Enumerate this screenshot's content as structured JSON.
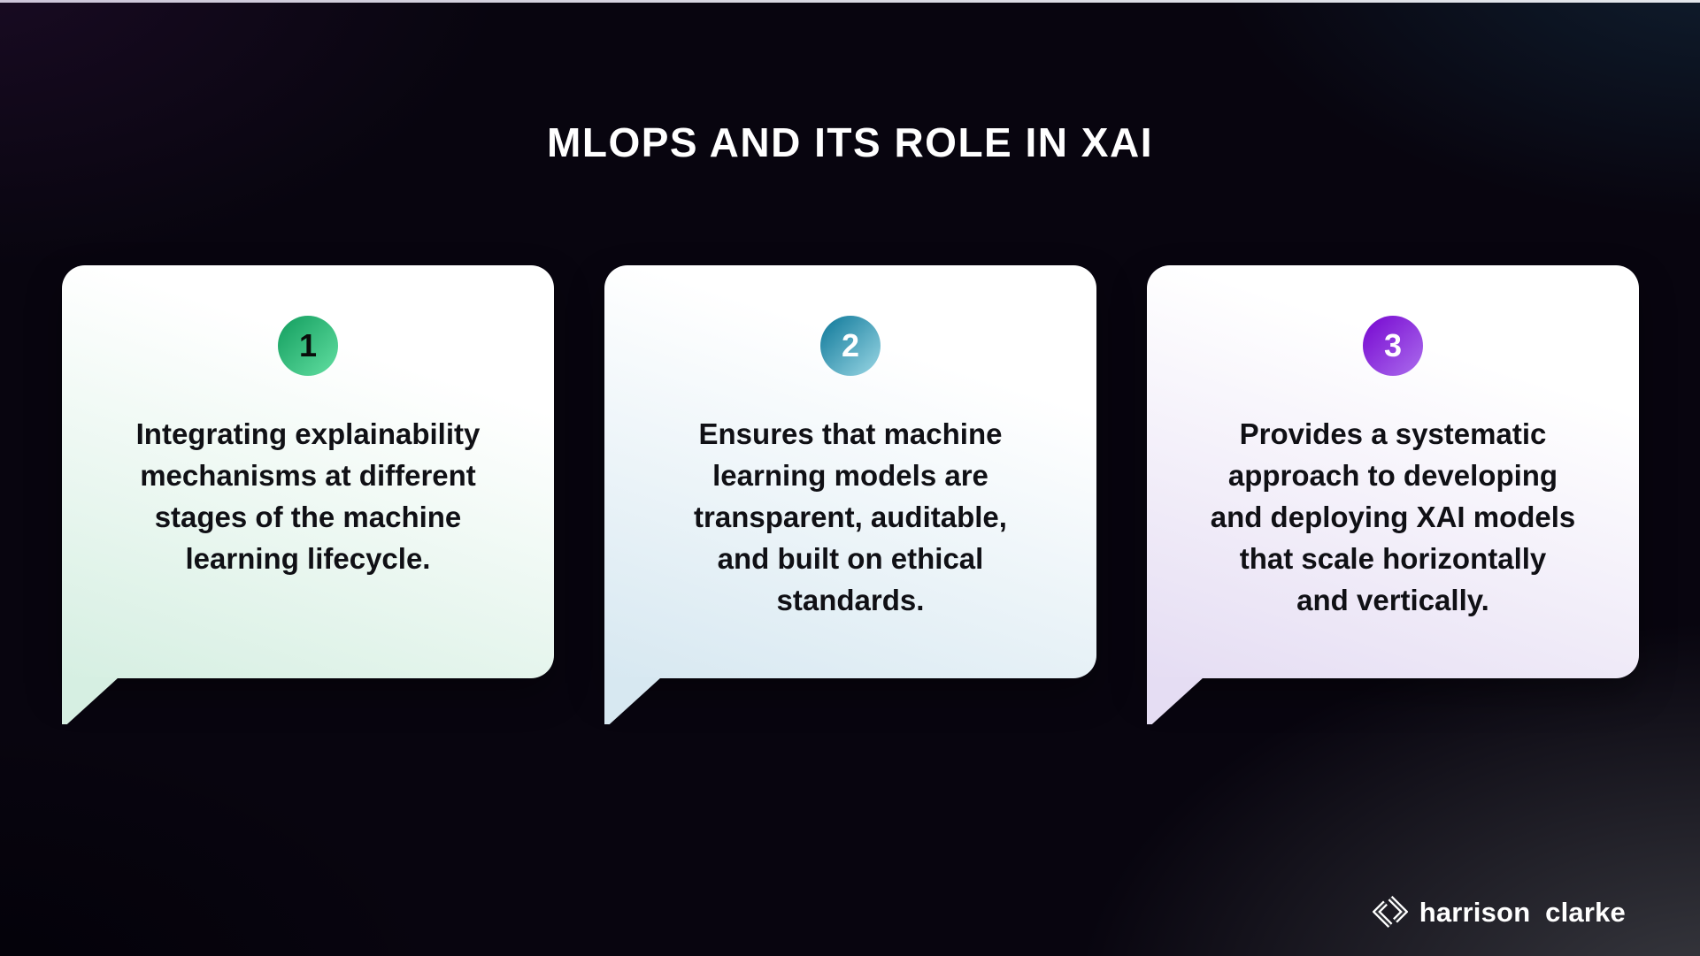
{
  "page": {
    "title": "MLOPS AND ITS ROLE IN XAI",
    "background": {
      "base": "#08050f",
      "top_left_glow": "#1a0b24",
      "top_right_glow": "#102031",
      "bottom_right_glow": "#3a3b41",
      "top_strip_left": "#cdc6d9",
      "top_strip_right": "#e4e7ec"
    }
  },
  "cards": [
    {
      "number": "1",
      "text": "Integrating explainability\nmechanisms at different\nstages of the machine\nlearning lifecycle.",
      "tint": "#d6efe2",
      "badge": {
        "gradient_start": "#18a263",
        "gradient_end": "#5cda9c",
        "number_color": "#0a0d0b"
      }
    },
    {
      "number": "2",
      "text": "Ensures that machine\nlearning models are\ntransparent, auditable,\nand built on ethical\nstandards.",
      "tint": "#d7e8f1",
      "badge": {
        "gradient_start": "#177e9e",
        "gradient_end": "#90d0df",
        "number_color": "#ffffff"
      }
    },
    {
      "number": "3",
      "text": "Provides a systematic\napproach to developing\nand deploying XAI models\nthat scale horizontally\nand vertically.",
      "tint": "#e5ddf3",
      "badge": {
        "gradient_start": "#7a0ed2",
        "gradient_end": "#a765eb",
        "number_color": "#ffffff"
      }
    }
  ],
  "footer": {
    "logo_text": "harrison clarke",
    "logo_icon": "diamond-ribbon-icon"
  }
}
